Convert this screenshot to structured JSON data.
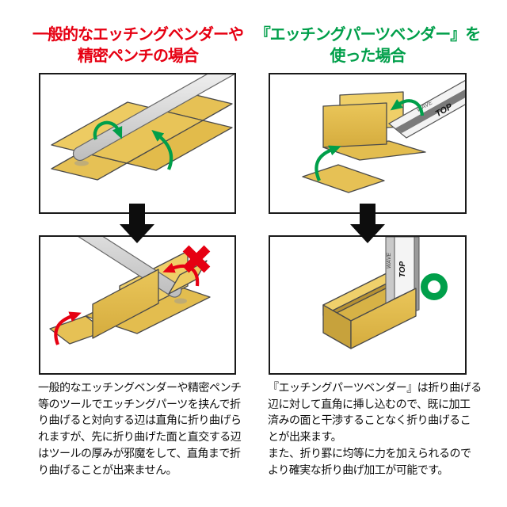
{
  "header": {
    "left_title": {
      "line1": "一般的なエッチングベンダーや",
      "line2": "精密ペンチの場合",
      "color": "#E60012"
    },
    "right_title": {
      "line1": "『エッチングパーツベンダー』を",
      "line2": "使った場合",
      "color": "#009F4A"
    }
  },
  "captions": {
    "left": {
      "lines": [
        "一般的なエッチングベンダーや精密ペンチ",
        "等のツールでエッチングパーツを挟んで折",
        "り曲げると対向する辺は直角に折り曲げら",
        "れますが、先に折り曲げた面と直交する辺",
        "はツールの厚みが邪魔をして、直角まで折",
        "り曲げることが出来ません。"
      ]
    },
    "right": {
      "lines": [
        "『エッチングパーツベンダー』は折り曲げる",
        "辺に対して直角に挿し込むので、既に加工",
        "済みの面と干渉することなく折り曲げるこ",
        "とが出来ます。",
        "また、折り罫に均等に力を加えられるので",
        "より確実な折り曲げ加工が可能です。"
      ]
    }
  },
  "tool": {
    "top_label": "TOP",
    "brand_label": "WAVE"
  },
  "icons": {
    "down_arrow": "down-arrow",
    "bad_mark": "x-mark",
    "good_mark": "circle-mark",
    "good_fold_arrow": "green-fold-arrow",
    "bad_fold_arrow": "red-fold-arrow"
  },
  "colors": {
    "title_red": "#E60012",
    "title_green": "#009F4A",
    "mark_red": "#E60012",
    "mark_green": "#009F4A",
    "brass": "#E7C355",
    "brass_light": "#EDCB62",
    "brass_dark": "#C7A23C",
    "tool_gray": "#D9D9D9",
    "panel_border": "#1A1A1A",
    "background": "#FFFFFF"
  }
}
